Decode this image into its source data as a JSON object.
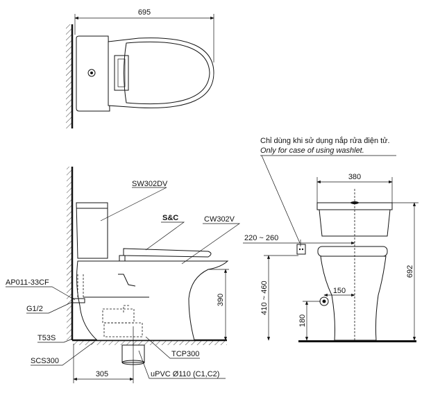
{
  "top_view": {
    "width_dim": "695"
  },
  "side_view": {
    "labels": {
      "tank": "SW302DV",
      "seat": "S&C",
      "bowl": "CW302V",
      "angle_valve": "AP011-33CF",
      "inlet": "G1/2",
      "hose": "T53S",
      "bolt": "SCS300",
      "flange": "TCP300",
      "pipe": "uPVC Ø110 (C1,C2)"
    },
    "dims": {
      "height": "390",
      "rough_in": "305"
    }
  },
  "front_view": {
    "note_vi": "Chỉ dùng khi sử dụng nắp rửa điện tử.",
    "note_en": "Only for case of using washlet.",
    "dims": {
      "width": "380",
      "total_height": "692",
      "outlet_offset": "220 ~ 260",
      "outlet_height": "410 ~ 460",
      "inlet_height": "180",
      "inlet_offset": "150"
    }
  }
}
